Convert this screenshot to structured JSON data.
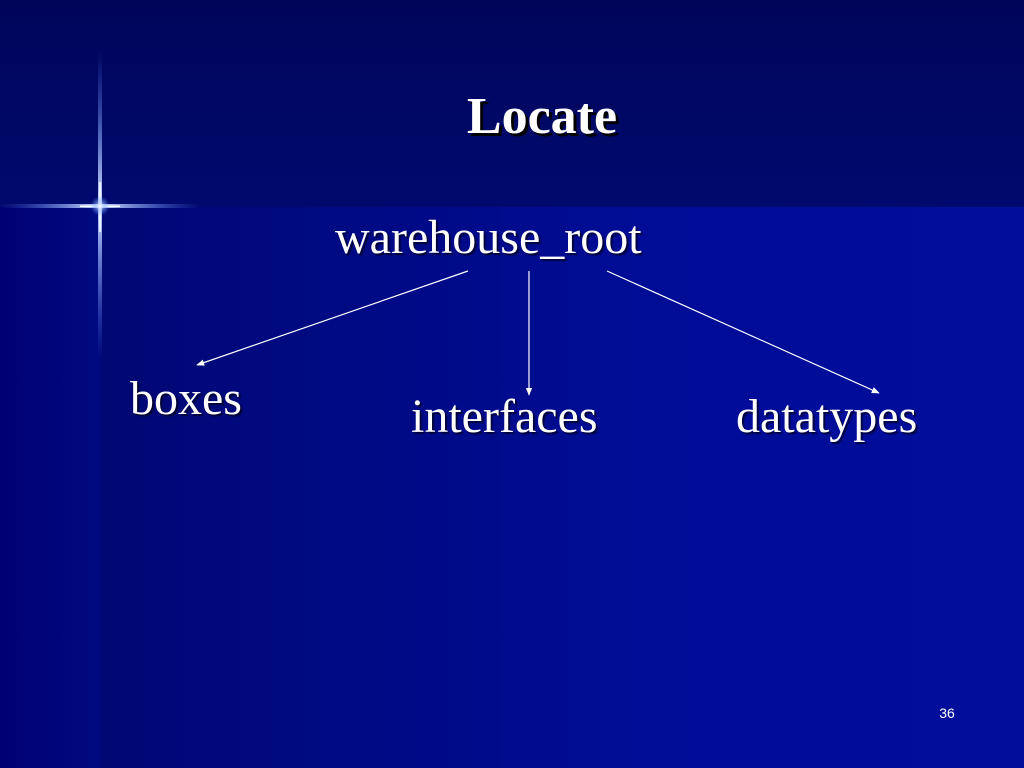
{
  "slide": {
    "title": "Locate",
    "number": "36"
  },
  "tree": {
    "root": "warehouse_root",
    "children": [
      "boxes",
      "interfaces",
      "datatypes"
    ]
  },
  "colors": {
    "background": "#000a8a",
    "text": "#ffffff",
    "title_shadow": "#000000",
    "sparkle": "#4f7dff"
  },
  "icons": {
    "sparkle": "four-point-star-icon",
    "edge_arrow": "arrowhead-icon"
  }
}
